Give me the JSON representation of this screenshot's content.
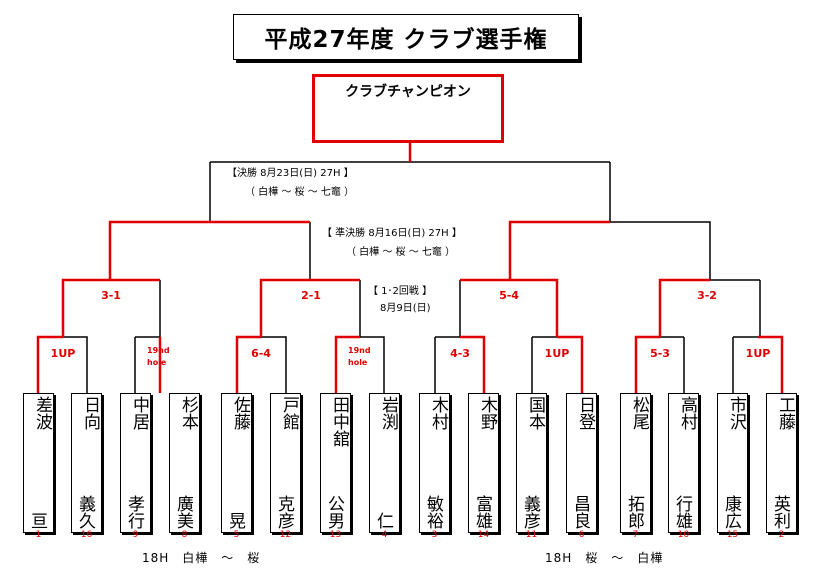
{
  "title": "平成27年度 クラブ選手権",
  "champion_label": "クラブチャンピオン",
  "final_info": {
    "line1": "【決勝 8月23日(日) 27H 】",
    "line2": "（ 白樺 ～ 桜 ～ 七竈 ）"
  },
  "semi_info": {
    "line1": "【 準決勝 8月16日(日) 27H 】",
    "line2": "（ 白樺 ～ 桜 ～ 七竈 ）"
  },
  "round12_info": {
    "line1": "【 1･2回戦 】",
    "line2": "8月9日(日)"
  },
  "quarter_scores": [
    "3-1",
    "2-1",
    "5-4",
    "3-2"
  ],
  "first_scores": [
    {
      "text": "1UP"
    },
    {
      "line1": "19nd",
      "line2": "hole"
    },
    {
      "text": "6-4"
    },
    {
      "line1": "19nd",
      "line2": "hole"
    },
    {
      "text": "4-3"
    },
    {
      "text": "1UP"
    },
    {
      "text": "5-3"
    },
    {
      "text": "1UP"
    }
  ],
  "players": [
    {
      "surname": "差波",
      "given": "亘",
      "seed": "1"
    },
    {
      "surname": "日向",
      "given": "義久",
      "seed": "16"
    },
    {
      "surname": "中居",
      "given": "孝行",
      "seed": "9"
    },
    {
      "surname": "杉本",
      "given": "廣美",
      "seed": "8"
    },
    {
      "surname": "佐藤",
      "given": "晃",
      "seed": "5"
    },
    {
      "surname": "戸館",
      "given": "克彦",
      "seed": "12"
    },
    {
      "surname": "田中舘",
      "given": "公男",
      "seed": "13"
    },
    {
      "surname": "岩渕",
      "given": "仁",
      "seed": "4"
    },
    {
      "surname": "木村",
      "given": "敏裕",
      "seed": "3"
    },
    {
      "surname": "木野",
      "given": "富雄",
      "seed": "14"
    },
    {
      "surname": "国本",
      "given": "義彦",
      "seed": "11"
    },
    {
      "surname": "日登",
      "given": "昌良",
      "seed": "6"
    },
    {
      "surname": "松尾",
      "given": "拓郎",
      "seed": "7"
    },
    {
      "surname": "高村",
      "given": "行雄",
      "seed": "10"
    },
    {
      "surname": "市沢",
      "given": "康広",
      "seed": "15"
    },
    {
      "surname": "工藤",
      "given": "英利",
      "seed": "2"
    }
  ],
  "venue_left": "18H　白樺　～　桜",
  "venue_right": "18H　桜　～　白樺",
  "colors": {
    "winner_line": "#e00000",
    "line": "#000000"
  }
}
